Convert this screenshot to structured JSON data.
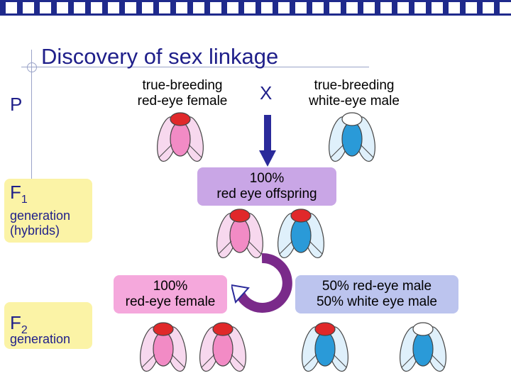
{
  "title": "Discovery of sex linkage",
  "generations": {
    "p": {
      "label": "P"
    },
    "f1": {
      "label": "F",
      "subscript": "1",
      "note_line1": "generation",
      "note_line2": "(hybrids)"
    },
    "f2": {
      "label": "F",
      "subscript": "2",
      "note_line1": "generation"
    }
  },
  "parents": {
    "female_line1": "true-breeding",
    "female_line2": "red-eye female",
    "cross_symbol": "X",
    "male_line1": "true-breeding",
    "male_line2": "white-eye male"
  },
  "f1_result": {
    "line1": "100%",
    "line2": "red eye offspring"
  },
  "f2_female": {
    "line1": "100%",
    "line2": "red-eye female"
  },
  "f2_male": {
    "line1": "50% red-eye male",
    "line2": "50% white eye male"
  },
  "colors": {
    "title": "#1f1f8a",
    "header_bar": "#1f2a8c",
    "generation_box": "#fbf3a6",
    "f1_box": "#c9a6e6",
    "female_box": "#f5a8dc",
    "male_box": "#bcc4ee",
    "red_eye": "#e0282a",
    "white_eye_body": "#2a9ad8",
    "arrow": "#2a2a9a",
    "cycle_arrow": "#7a2a8a"
  },
  "icons": [
    "fly-female-red-eye-icon",
    "fly-male-white-eye-icon",
    "fly-male-red-eye-icon",
    "down-arrow-icon",
    "cycle-arrow-icon"
  ]
}
